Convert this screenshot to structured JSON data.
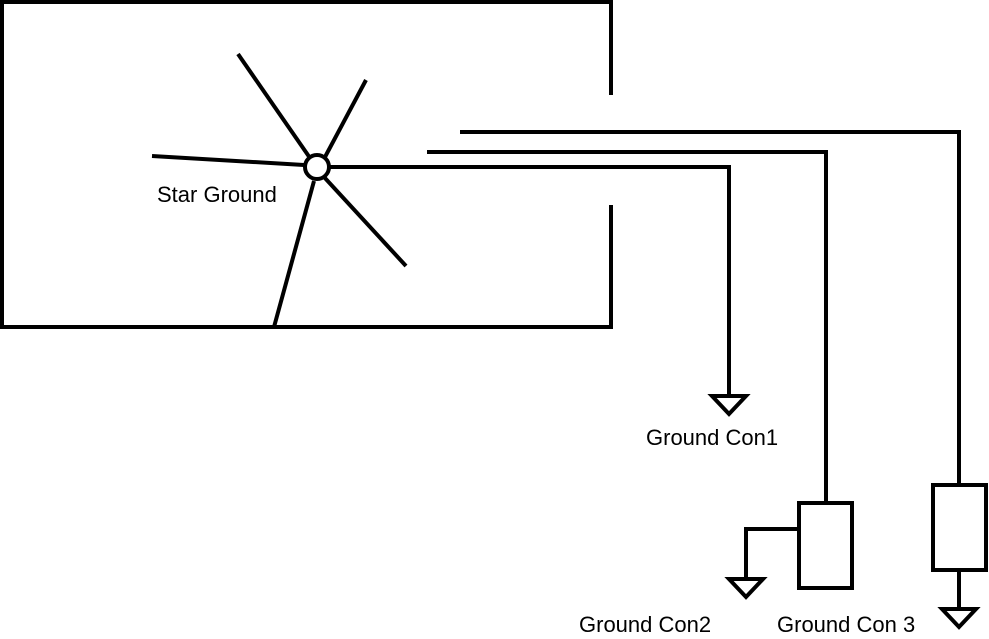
{
  "labels": {
    "star_ground": "Star Ground",
    "ground_con1": "Ground Con1",
    "ground_con2": "Ground Con2",
    "ground_con3": "Ground Con 3"
  },
  "colors": {
    "stroke": "#000000",
    "background": "#ffffff"
  }
}
